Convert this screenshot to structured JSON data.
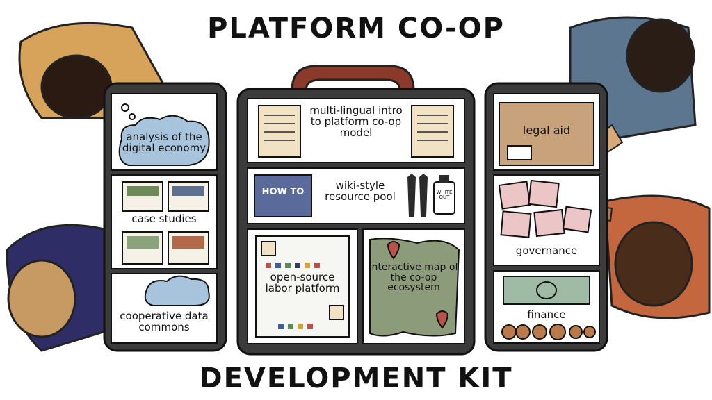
{
  "title_top": "PLATFORM CO-OP",
  "title_bottom": "DEVELOPMENT KIT",
  "compartments": {
    "analysis": "analysis of the digital economy",
    "case_studies": "case studies",
    "data_commons": "cooperative data commons",
    "intro": "multi-lingual intro to platform co-op model",
    "resource_pool": "wiki-style resource pool",
    "labor_platform": "open-source labor platform",
    "map": "interactive map of the co-op ecosystem",
    "legal_aid": "legal aid",
    "governance": "governance",
    "finance": "finance"
  },
  "props": {
    "how_to_book": "HOW TO",
    "white_out": "WHITE OUT"
  },
  "colors": {
    "case_frame": "#3b3b3b",
    "cloud_blue": "#a8c4dc",
    "folder_brown": "#c8a27a",
    "map_green": "#8c9c7a",
    "card_pink": "#ecc6c6",
    "cash_green": "#9fbba6",
    "handle": "#8b3a2a"
  }
}
